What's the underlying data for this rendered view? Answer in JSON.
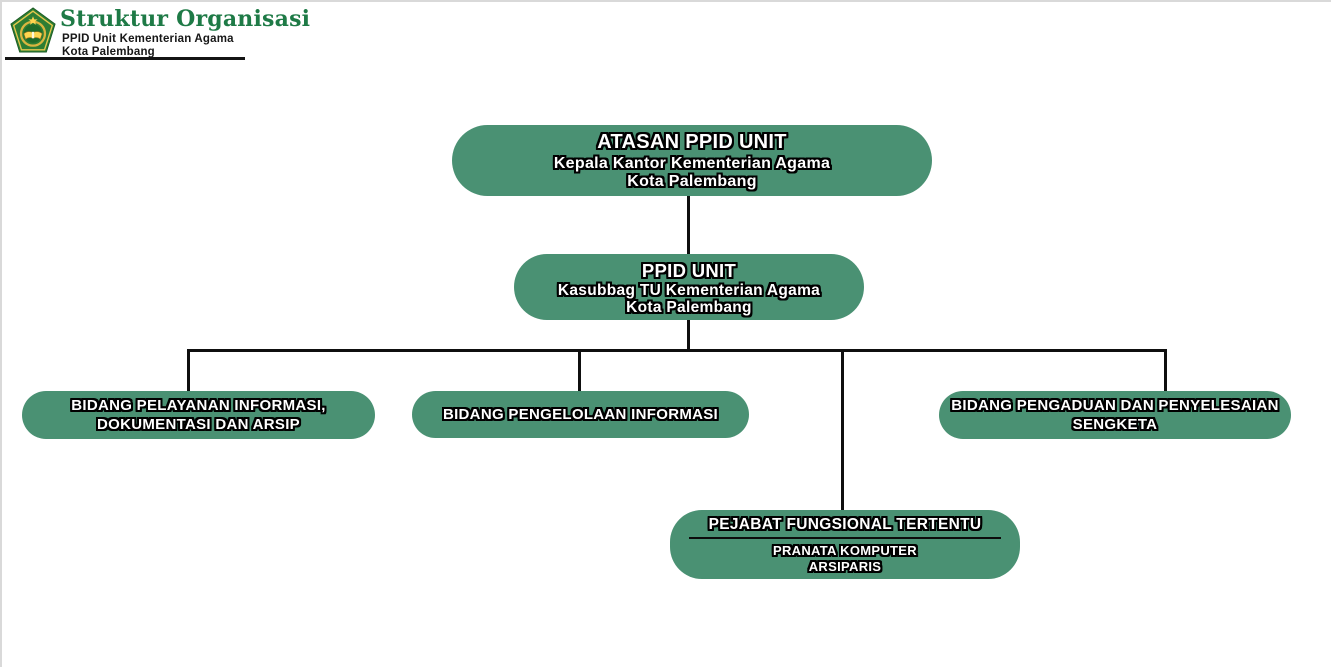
{
  "header": {
    "title": "Struktur Organisasi",
    "subtitle_line1": "PPID Unit Kementerian Agama",
    "subtitle_line2": "Kota Palembang",
    "logo_name": "kemenag-logo"
  },
  "colors": {
    "box_green": "#4a9173",
    "title_green": "#1e7a46",
    "connector_black": "#0f0f0f",
    "logo_dark_green": "#2e7d33",
    "logo_gold": "#d9b53f"
  },
  "org": {
    "atasan": {
      "title": "ATASAN PPID UNIT",
      "line1": "Kepala Kantor Kementerian Agama",
      "line2": "Kota Palembang"
    },
    "ppid": {
      "title": "PPID UNIT",
      "line1": "Kasubbag TU Kementerian Agama",
      "line2": "Kota Palembang"
    },
    "bidang_pelayanan": {
      "line1": "BIDANG PELAYANAN INFORMASI,",
      "line2": "DOKUMENTASI DAN ARSIP"
    },
    "bidang_pengelolaan": {
      "line1": "BIDANG PENGELOLAAN INFORMASI"
    },
    "bidang_pengaduan": {
      "line1": "BIDANG PENGADUAN DAN PENYELESAIAN",
      "line2": "SENGKETA"
    },
    "fungsional": {
      "title": "PEJABAT FUNGSIONAL TERTENTU",
      "line1": "PRANATA KOMPUTER",
      "line2": "ARSIPARIS"
    }
  }
}
